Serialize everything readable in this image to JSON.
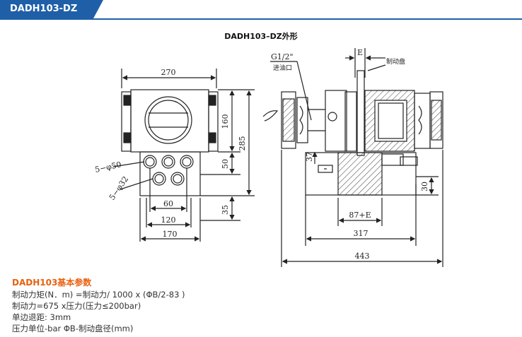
{
  "tab": {
    "label": "DADH103-DZ"
  },
  "drawing": {
    "caption": "DADH103–DZ外形",
    "dims": {
      "d270": "270",
      "d160": "160",
      "d285": "285",
      "d50": "50",
      "d35": "35",
      "d60": "60",
      "d120": "120",
      "d170": "170",
      "phi50": "5−φ50",
      "phi32": "5−φ32",
      "d37": "37",
      "d30": "30",
      "d87e": "87+E",
      "d317": "317",
      "d443": "443",
      "e": "E"
    },
    "labels": {
      "port": "G1/2\"",
      "inlet": "进油口",
      "disc": "制动盘"
    }
  },
  "params": {
    "title": "DADH103基本参数",
    "lines": [
      "制动力矩(N．m) =制动力/ 1000 x (ΦB/2-83 )",
      "制动力=675 x压力(压力≤200bar)",
      "单边退距: 3mm",
      "压力单位-bar ΦB-制动盘径(mm)"
    ]
  }
}
